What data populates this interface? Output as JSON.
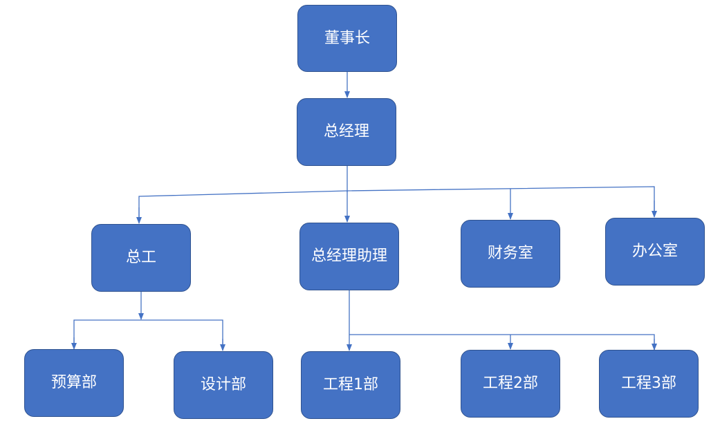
{
  "nodes": {
    "chairman": "董事长",
    "gm": "总经理",
    "chief_engineer": "总工",
    "gm_assistant": "总经理助理",
    "finance": "财务室",
    "office": "办公室",
    "budget": "预算部",
    "design": "设计部",
    "eng1": "工程1部",
    "eng2": "工程2部",
    "eng3": "工程3部"
  },
  "colors": {
    "box_fill": "#4472c4",
    "box_border": "#2f528f",
    "line": "#4472c4",
    "text": "#ffffff"
  }
}
